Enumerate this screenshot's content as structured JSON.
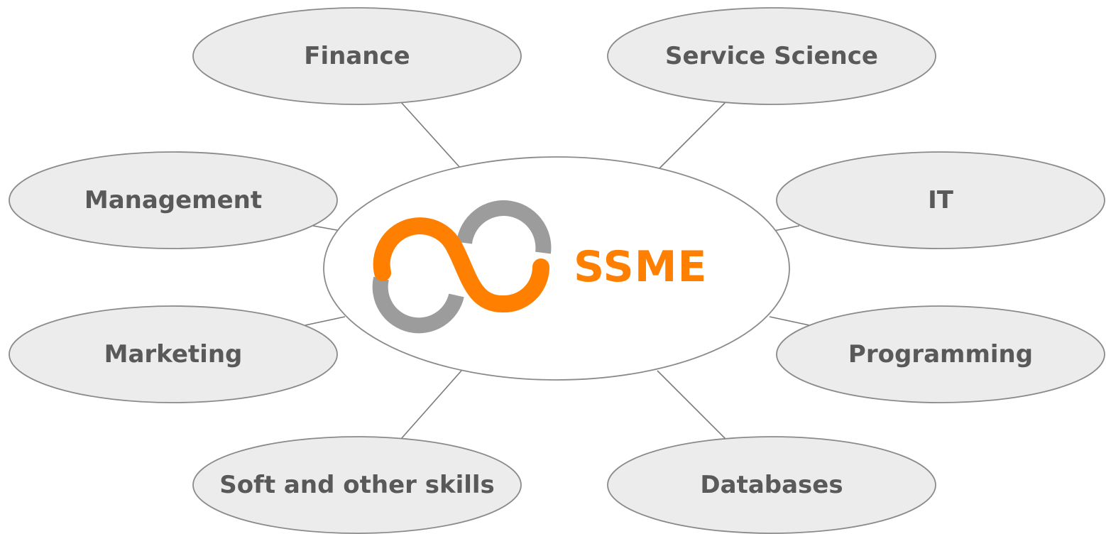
{
  "center": {
    "logo_text": "SSME",
    "logo_icon": "infinity-loop-icon",
    "colors": {
      "orange": "#ff7f00",
      "gray": "#9c9c9c"
    }
  },
  "nodes": [
    {
      "id": "finance",
      "label": "Finance"
    },
    {
      "id": "service-science",
      "label": "Service Science"
    },
    {
      "id": "management",
      "label": "Management"
    },
    {
      "id": "it",
      "label": "IT"
    },
    {
      "id": "marketing",
      "label": "Marketing"
    },
    {
      "id": "programming",
      "label": "Programming"
    },
    {
      "id": "soft-and-other-skills",
      "label": "Soft and other skills"
    },
    {
      "id": "databases",
      "label": "Databases"
    }
  ],
  "colors": {
    "node_fill": "#ececec",
    "node_stroke": "#8a8a8a",
    "label_text": "#595959",
    "connector": "#7a7a7a"
  }
}
